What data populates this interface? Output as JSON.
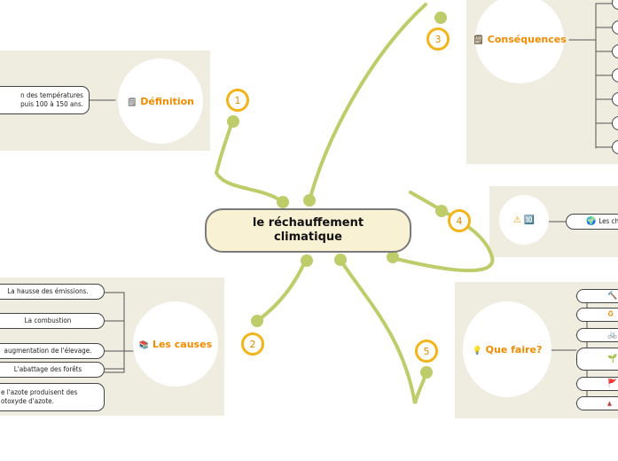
{
  "center": {
    "line1": "le réchauffement",
    "line2": "climatique"
  },
  "colors": {
    "connector": "#bfcc6a",
    "number_ring": "#f2b418",
    "title": "#f08c00",
    "panel": "#efece0"
  },
  "branches": {
    "definition": {
      "number": "1",
      "icon": "document-icon",
      "title": "Définition",
      "items": [
        {
          "line1": "n des températures",
          "line2": "puis 100 à 150 ans."
        }
      ]
    },
    "causes": {
      "number": "2",
      "icon": "books-icon",
      "title": "Les causes",
      "items": [
        {
          "text": "La hausse des émissions."
        },
        {
          "text": "La combustion"
        },
        {
          "text": "augmentation de l'élevage."
        },
        {
          "text": "L'abattage des forêts"
        },
        {
          "line1": "e l'azote produisent des",
          "line2": "otoxyde d'azote."
        }
      ]
    },
    "consequences": {
      "number": "3",
      "icon": "memo-icon",
      "title": "Conséquences",
      "items": [
        "",
        "",
        "",
        "",
        "",
        "",
        ""
      ]
    },
    "warning": {
      "number": "4",
      "icons": [
        "warning-icon",
        "keycap-ten-icon"
      ],
      "icon_glyphs": [
        "⚠",
        "🔟"
      ],
      "item_icon": "globe-icon",
      "item_text": "Les ch"
    },
    "que_faire": {
      "number": "5",
      "icon": "lightbulb-icon",
      "title": "Que faire?",
      "items": [
        {
          "icon": "hammer-icon",
          "glyph": "🔨"
        },
        {
          "icon": "recycle-badge-icon",
          "glyph": "♻"
        },
        {
          "icon": "bicycle-icon",
          "glyph": "🚲"
        },
        {
          "icon": "plant-icon",
          "glyph": "🌱"
        },
        {
          "icon": "red-flag-icon",
          "glyph": "🚩"
        },
        {
          "icon": "mountain-icon",
          "glyph": "▲"
        }
      ]
    }
  }
}
